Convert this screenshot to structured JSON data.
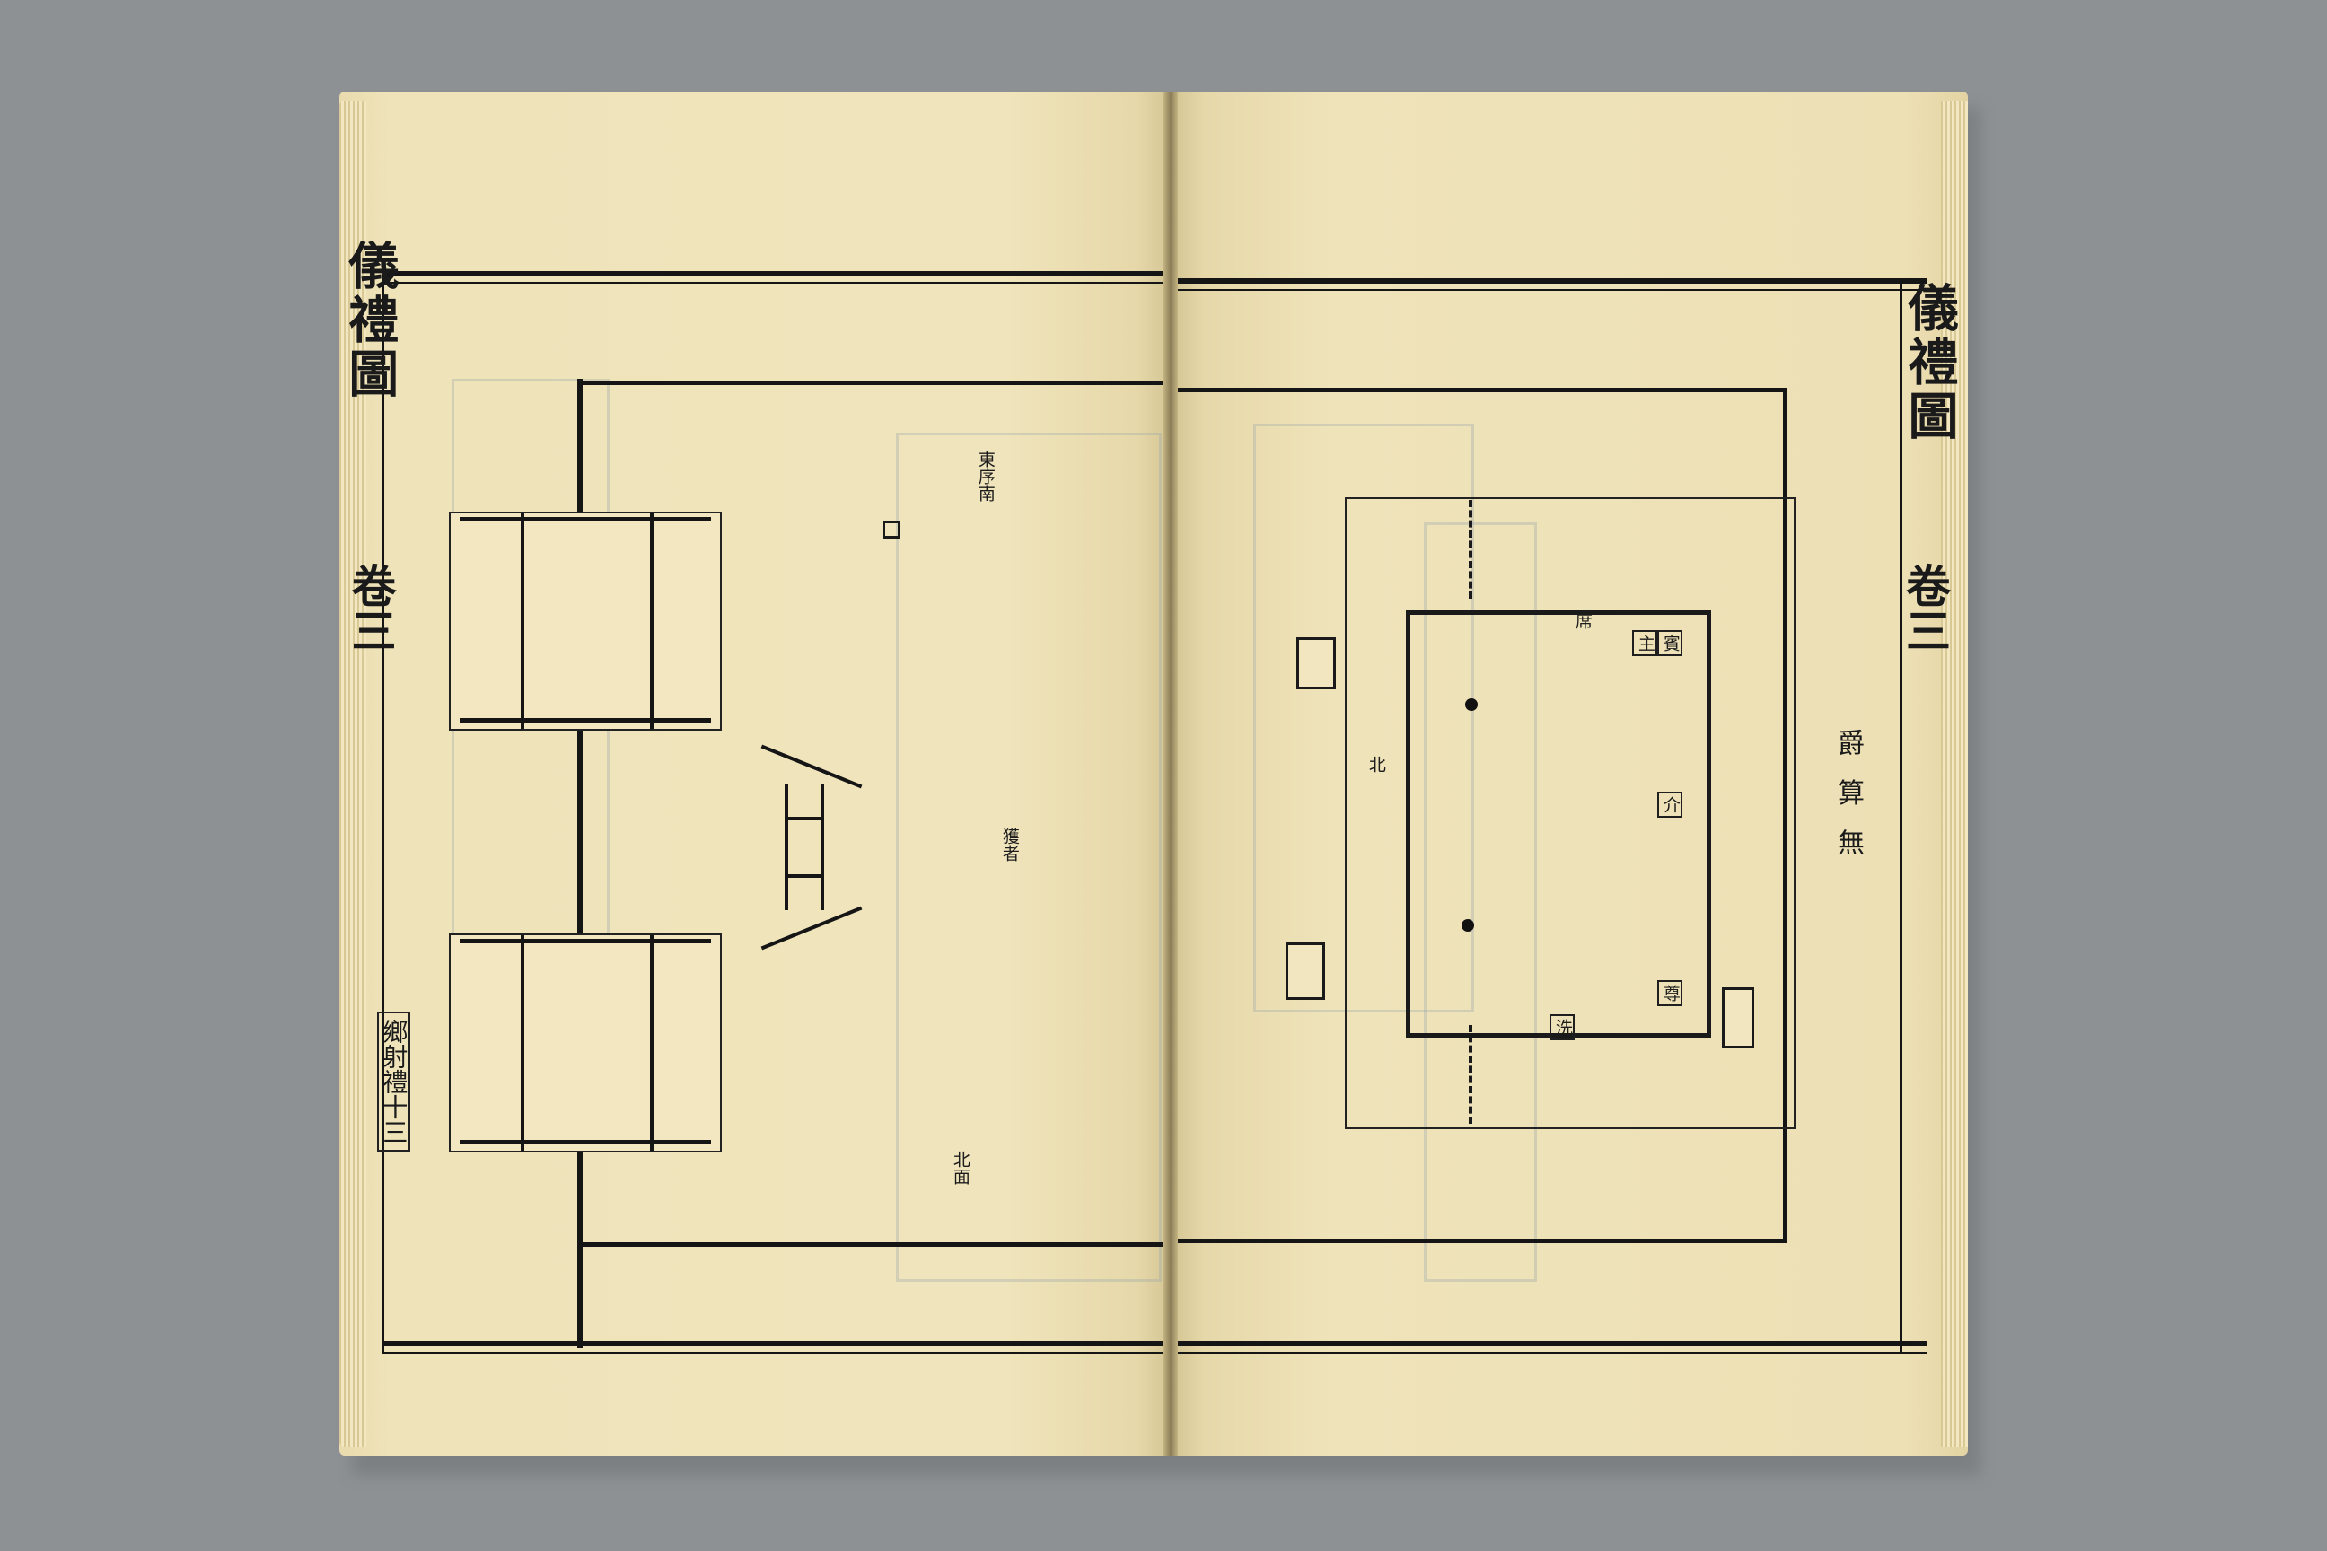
{
  "left_page": {
    "title": "儀禮圖",
    "volume": "卷三",
    "section": "鄉射禮十三"
  },
  "right_page": {
    "title": "儀禮圖",
    "volume": "卷三",
    "page_label": "爵 算 無"
  },
  "diagram_labels": {
    "left_top": "東序南",
    "left_middle": "獲者",
    "left_lower": "北面",
    "right_left": "席",
    "right_center": "洗",
    "right_inner_bottom": "北"
  }
}
